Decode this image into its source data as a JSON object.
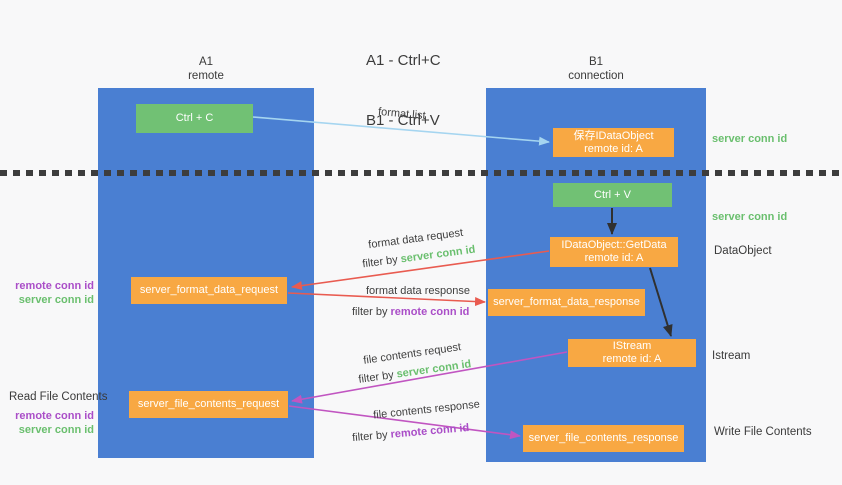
{
  "title": {
    "line1": "A1 - Ctrl+C",
    "line2": "B1 - Ctrl+V"
  },
  "columns": {
    "left": {
      "name": "A1",
      "subtitle": "remote"
    },
    "right": {
      "name": "B1",
      "subtitle": "connection"
    }
  },
  "nodes": {
    "ctrl_c": "Ctrl + C",
    "ctrl_v": "Ctrl + V",
    "save_idataobject": {
      "line1": "保存IDataObject",
      "line2": "remote id: A"
    },
    "getdata": {
      "line1": "IDataObject::GetData",
      "line2": "remote id: A"
    },
    "istream": {
      "line1": "IStream",
      "line2": "remote id: A"
    },
    "server_format_data_request": "server_format_data_request",
    "server_format_data_response": "server_format_data_response",
    "server_file_contents_request": "server_file_contents_request",
    "server_file_contents_response": "server_file_contents_response"
  },
  "labels_right": {
    "server_conn_id_top": "server conn id",
    "server_conn_id_mid": "server conn id",
    "dataobject": "DataObject",
    "istream": "Istream",
    "write_file_contents": "Write File Contents"
  },
  "labels_left": {
    "remote_conn_id_1": "remote conn id",
    "server_conn_id_1": "server conn id",
    "read_file_contents": "Read File Contents",
    "remote_conn_id_2": "remote conn id",
    "server_conn_id_2": "server conn id"
  },
  "arrow_labels": {
    "format_list": "format list",
    "format_data_request": "format data request",
    "format_data_response": "format data response",
    "file_contents_request": "file contents request",
    "file_contents_response": "file contents response",
    "filter_by": "filter by",
    "server_conn_id": "server conn id",
    "remote_conn_id": "remote conn id"
  },
  "colors": {
    "column_blue": "#4a7fd2",
    "box_green": "#71c174",
    "box_orange": "#f8a843",
    "text_green": "#6abf6e",
    "text_purple": "#aa4ec8",
    "arrow_red": "#e95b50",
    "arrow_magenta": "#c155c1",
    "arrow_lightblue": "#a5d5f0",
    "arrow_black": "#303030",
    "background": "#f8f8f9"
  }
}
